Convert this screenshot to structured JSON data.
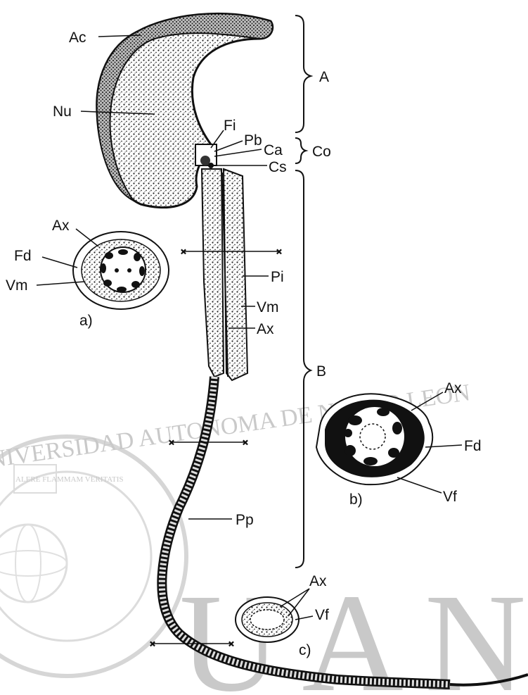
{
  "watermark": {
    "seal_text": "UNIVERSIDAD AUTONOMA DE NUEVO LEON",
    "big_letters": "UAN",
    "seal_inner": "ALERE FLAMMAM VERITATIS"
  },
  "labels": {
    "ac": "Ac",
    "nu": "Nu",
    "fi": "Fi",
    "pb": "Pb",
    "ca": "Ca",
    "cs": "Cs",
    "a": "A",
    "co": "Co",
    "b": "B",
    "pi": "Pi",
    "vm_main": "Vm",
    "ax_main": "Ax",
    "pp": "Pp"
  },
  "section_a": {
    "caption": "a)",
    "ax": "Ax",
    "fd": "Fd",
    "vm": "Vm"
  },
  "section_b": {
    "caption": "b)",
    "ax": "Ax",
    "fd": "Fd",
    "vf": "Vf"
  },
  "section_c": {
    "caption": "c)",
    "ax": "Ax",
    "vf": "Vf"
  }
}
